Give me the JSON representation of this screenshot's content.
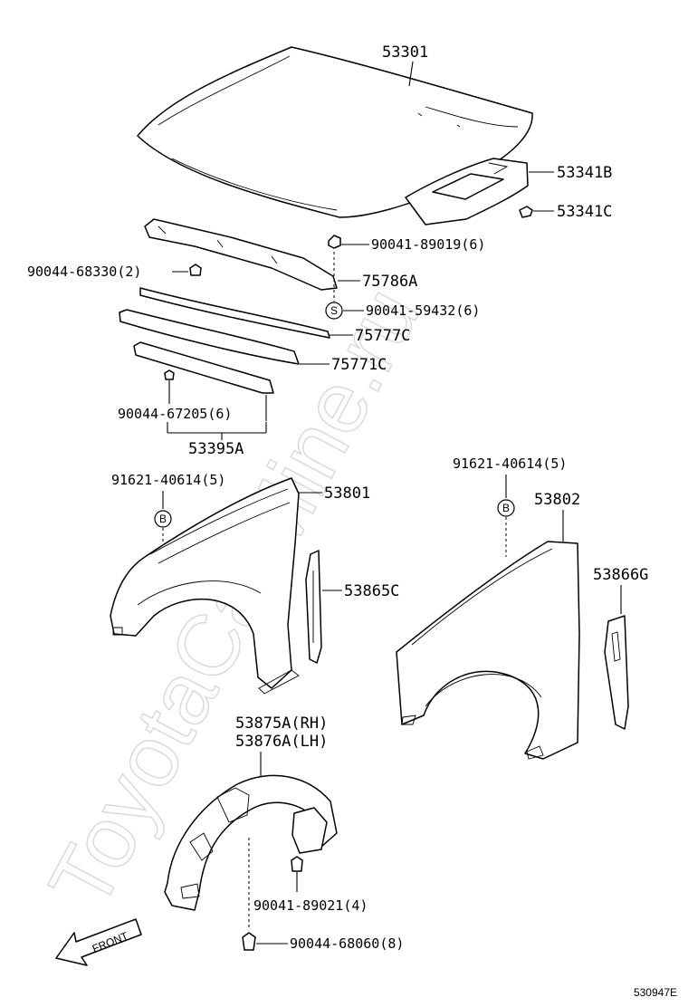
{
  "watermark": "ToyotaCarMine.ru",
  "diagram_code": "530947E",
  "front_arrow_label": "FRONT",
  "marks": {
    "s": "S",
    "b": "B"
  },
  "parts": {
    "hood": "53301",
    "hood_insulator": "53341B",
    "hood_insulator_clip": "53341C",
    "clip_89019": "90041-89019(6)",
    "clip_68330": "90044-68330(2)",
    "cowl_seal": "75786A",
    "clip_59432": "90041-59432(6)",
    "molding_77c": "75777C",
    "molding_71c": "75771C",
    "clip_67205": "90044-67205(6)",
    "seal_53395a": "53395A",
    "bolt_left": "91621-40614(5)",
    "fender_left": "53801",
    "fender_seal_left": "53865C",
    "bolt_right": "91621-40614(5)",
    "fender_right": "53802",
    "fender_seal_right": "53866G",
    "liner_rh": "53875A(RH)",
    "liner_lh": "53876A(LH)",
    "clip_89021": "90041-89021(4)",
    "clip_68060": "90044-68060(8)"
  }
}
